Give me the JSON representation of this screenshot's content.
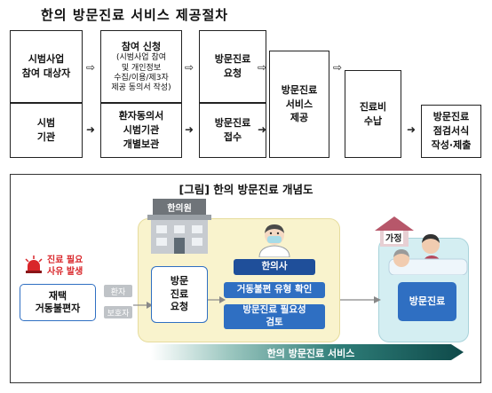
{
  "header": {
    "title": "한의 방문진료 서비스 제공절차"
  },
  "procedure": {
    "col1_top": "시범사업\n참여 대상자",
    "col1_bottom": "시범\n기관",
    "col2_top_title": "참여 신청",
    "col2_top_detail": "(시범사업 참여\n및 개인정보\n수집/이용/제3자\n제공 동의서 작성)",
    "col2_bottom": "환자동의서\n시범기관\n개별보관",
    "col3_top": "방문진료\n요청",
    "col3_bottom": "방문진료\n접수",
    "col4": "방문진료\n서비스\n제공",
    "col5": "진료비\n수납",
    "col6": "방문진료\n점검서식\n작성·제출"
  },
  "figure": {
    "caption": "[그림] 한의 방문진료 개념도",
    "alert_text": "진료 필요\n사유 발생",
    "patient_label": "재택\n거동불편자",
    "requester_patient": "환자",
    "requester_guardian": "보호자",
    "clinic_sign": "한의원",
    "request_box": "방문\n진료\n요청",
    "doctor_label": "한의사",
    "check_mobility": "거동불편 유형 확인",
    "check_necessity": "방문진료 필요성\n검토",
    "home_sign": "가정",
    "visit_box": "방문진료",
    "service_banner": "한의 방문진료 서비스"
  },
  "colors": {
    "accent_blue": "#2f6fc2",
    "alert_red": "#d9262a",
    "panel_yellow": "#f6efc0",
    "panel_teal": "#c9e8ee",
    "banner_dark": "#1f5c5c"
  }
}
